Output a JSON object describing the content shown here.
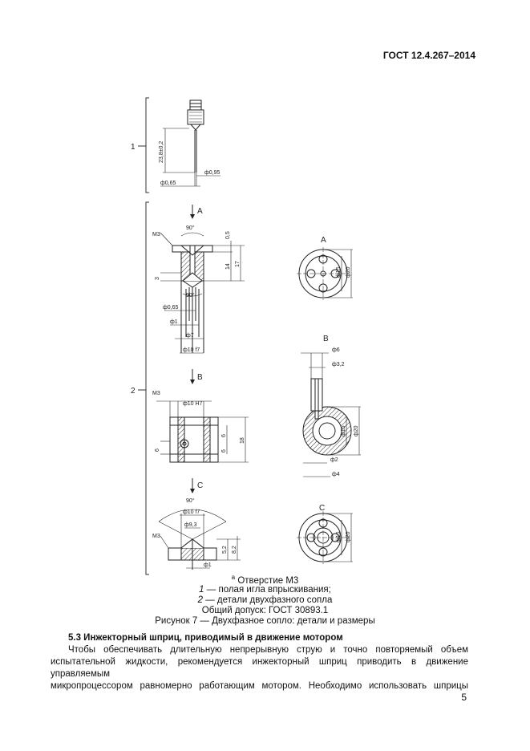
{
  "header": {
    "doc_code": "ГОСТ 12.4.267–2014"
  },
  "drawing": {
    "part_labels": [
      "1",
      "2"
    ],
    "view_labels": {
      "a": "A",
      "b": "B",
      "c": "C"
    },
    "dims": {
      "needle_len": "23,8±0,2",
      "needle_od": "ф0,95",
      "needle_id": "ф0,65",
      "m3": "M3",
      "angle": "90°",
      "a_05": "0,5",
      "a_14": "14",
      "a_17": "17",
      "a_3": "3",
      "a_065": "ф0,65",
      "a_1": "ф1",
      "a_7": "ф7",
      "a_10f7": "ф10 f7",
      "a_15": "ф15",
      "a_20": "ф20",
      "b_10h7": "ф10 H7",
      "b_6l": "6",
      "b_6a": "6",
      "b_6b": "6",
      "b_18": "18",
      "b_6": "ф6",
      "b_32": "ф3,2",
      "b_15": "ф15",
      "b_20": "ф20",
      "b_2": "ф2",
      "b_4": "ф4",
      "c_10f7": "ф10 f7",
      "c_93": "ф9,3",
      "c_52": "5,2",
      "c_82": "8,2",
      "c_1": "ф1",
      "c_15": "ф15",
      "c_20": "ф20"
    }
  },
  "caption": {
    "note_mark": "a",
    "note": "Отверстие М3",
    "item1_num": "1",
    "item1_text": " — полая игла впрыскивания;",
    "item2_num": "2",
    "item2_text": " — детали двухфазного сопла",
    "tolerance": "Общий допуск: ГОСТ 30893.1",
    "figure": "Рисунок 7 — Двухфазное сопло: детали и размеры"
  },
  "section": {
    "heading": "5.3 Инжекторный шприц, приводимый в движение мотором",
    "line1": "Чтобы обеспечивать длительную непрерывную струю и точно повторяемый объем",
    "line2": "испытательной жидкости, рекомендуется инжекторный шприц приводить в движение управляемым",
    "line3": "микропроцессором равномерно работающим мотором. Необходимо использовать шприцы"
  },
  "page_number": "5"
}
